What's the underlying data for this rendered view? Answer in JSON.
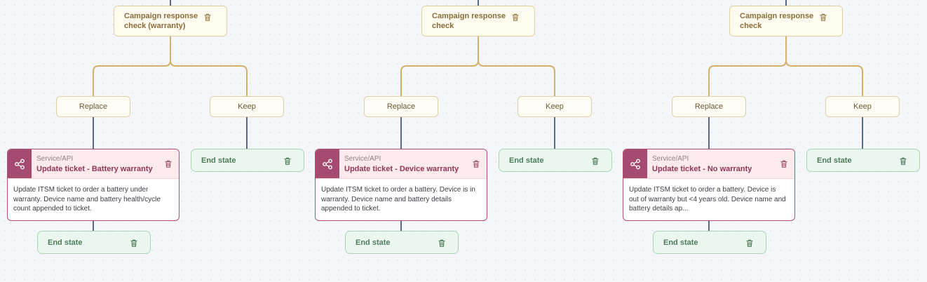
{
  "flows": [
    {
      "check_label": "Campaign response check (warranty)",
      "branches": [
        "Replace",
        "Keep"
      ],
      "api": {
        "kind": "Service/API",
        "title": "Update ticket - Battery warranty",
        "description": "Update ITSM ticket to order a battery under warranty. Device name and battery health/cycle count appended to ticket."
      },
      "end_after_api": "End state",
      "end_keep": "End state"
    },
    {
      "check_label": "Campaign response check",
      "branches": [
        "Replace",
        "Keep"
      ],
      "api": {
        "kind": "Service/API",
        "title": "Update ticket - Device warranty",
        "description": "Update ITSM ticket to order a battery. Device is in warranty. Device name and battery details appended to ticket."
      },
      "end_after_api": "End state",
      "end_keep": "End state"
    },
    {
      "check_label": "Campaign response check",
      "branches": [
        "Replace",
        "Keep"
      ],
      "api": {
        "kind": "Service/API",
        "title": "Update ticket - No warranty",
        "description": "Update ITSM ticket to order a battery. Device is out of warranty but <4 years old. Device name and battery details ap..."
      },
      "end_after_api": "End state",
      "end_keep": "End state"
    }
  ],
  "icons": {
    "delete": "trash-icon",
    "service_api": "share-nodes-icon"
  },
  "colors": {
    "check_fill": "#fffcef",
    "check_connector": "#d4b06a",
    "api_accent": "#a44b6f",
    "end_fill": "#eaf6ee",
    "action_connector": "#56698f"
  }
}
